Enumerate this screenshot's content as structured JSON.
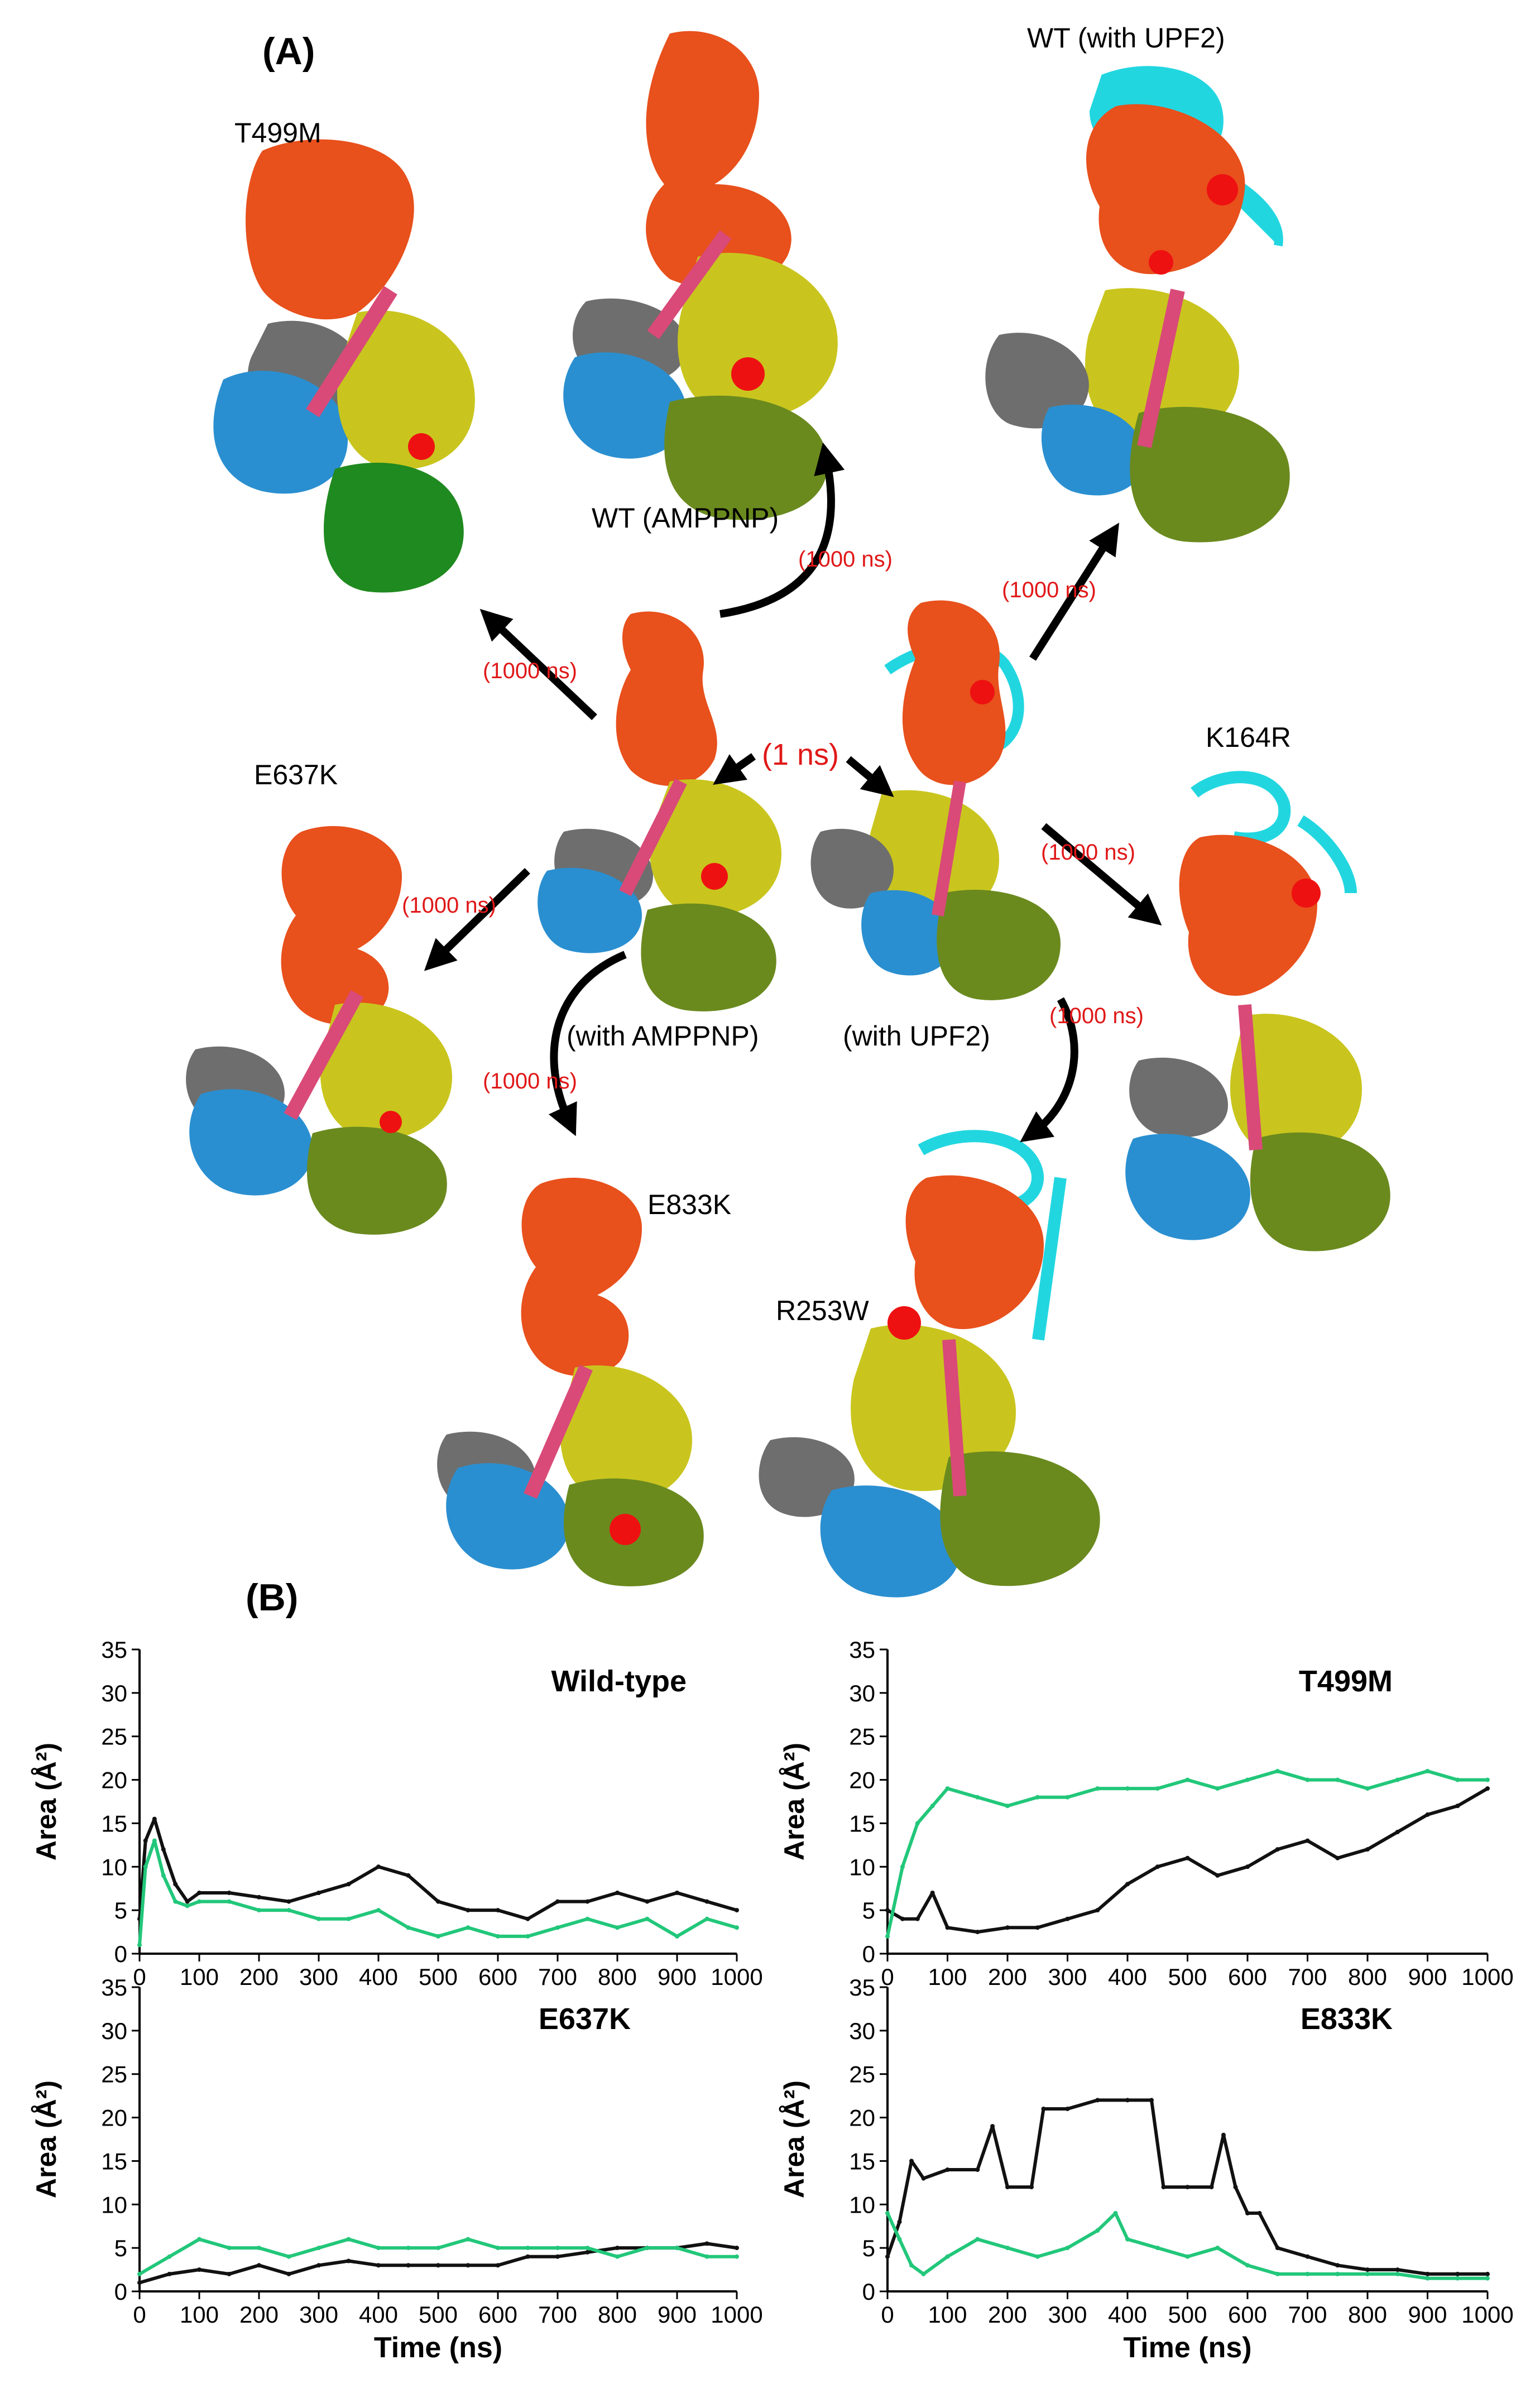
{
  "panel_a": {
    "label": "(A)",
    "structures": {
      "t499m": "T499M",
      "wt_ampppnp": "WT (AMPPNP)",
      "wt_upf2": "WT (with UPF2)",
      "e637k": "E637K",
      "k164r": "K164R",
      "with_amppnp": "(with AMPPNP)",
      "with_upf2": "(with UPF2)",
      "e833k": "E833K",
      "r253w": "R253W"
    },
    "durations": {
      "t499m": "(1000 ns)",
      "wt_ampppnp": "(1000 ns)",
      "wt_upf2": "(1000 ns)",
      "center": "(1 ns)",
      "e637k": "(1000 ns)",
      "k164r": "(1000 ns)",
      "e833k": "(1000 ns)",
      "r253w": "(1000 ns)"
    },
    "domain_colors": {
      "orange": "#e8501c",
      "yellow": "#c9c51e",
      "olive": "#6a8a1e",
      "green": "#1f8a1f",
      "blue": "#2a8fd0",
      "gray": "#6e6e6e",
      "pink": "#d94a78",
      "red": "#ee1111",
      "cyan": "#22d6e0"
    }
  },
  "panel_b": {
    "label": "(B)",
    "line_colors": {
      "black": "#111111",
      "green": "#22c77a"
    }
  },
  "chart_data": [
    {
      "type": "line",
      "title": "Wild-type",
      "xlabel": "",
      "ylabel": "Area (Å²)",
      "xlim": [
        0,
        1000
      ],
      "ylim": [
        0,
        35
      ],
      "xticks": [
        "0",
        "100",
        "200",
        "300",
        "400",
        "500",
        "600",
        "700",
        "800",
        "900",
        "1000"
      ],
      "yticks": [
        "0",
        "5",
        "10",
        "15",
        "20",
        "25",
        "30",
        "35"
      ],
      "series": [
        {
          "color": "#111111",
          "x": [
            0,
            10,
            25,
            40,
            60,
            80,
            100,
            150,
            200,
            250,
            300,
            350,
            400,
            450,
            500,
            550,
            600,
            650,
            700,
            750,
            800,
            850,
            900,
            950,
            1000
          ],
          "values": [
            4,
            13,
            15.5,
            12,
            8,
            6,
            7,
            7,
            6.5,
            6,
            7,
            8,
            10,
            9,
            6,
            5,
            5,
            4,
            6,
            6,
            7,
            6,
            7,
            6,
            5
          ]
        },
        {
          "color": "#22c77a",
          "x": [
            0,
            10,
            25,
            40,
            60,
            80,
            100,
            150,
            200,
            250,
            300,
            350,
            400,
            450,
            500,
            550,
            600,
            650,
            700,
            750,
            800,
            850,
            900,
            950,
            1000
          ],
          "values": [
            1,
            10,
            13,
            9,
            6,
            5.5,
            6,
            6,
            5,
            5,
            4,
            4,
            5,
            3,
            2,
            3,
            2,
            2,
            3,
            4,
            3,
            4,
            2,
            4,
            3
          ]
        }
      ]
    },
    {
      "type": "line",
      "title": "T499M",
      "xlabel": "",
      "ylabel": "Area (Å²)",
      "xlim": [
        0,
        1000
      ],
      "ylim": [
        0,
        35
      ],
      "xticks": [
        "0",
        "100",
        "200",
        "300",
        "400",
        "500",
        "600",
        "700",
        "800",
        "900",
        "1000"
      ],
      "yticks": [
        "0",
        "5",
        "10",
        "15",
        "20",
        "25",
        "30",
        "35"
      ],
      "series": [
        {
          "color": "#111111",
          "x": [
            0,
            25,
            50,
            75,
            100,
            150,
            200,
            250,
            300,
            350,
            400,
            450,
            500,
            550,
            600,
            650,
            700,
            750,
            800,
            850,
            900,
            950,
            1000
          ],
          "values": [
            5,
            4,
            4,
            7,
            3,
            2.5,
            3,
            3,
            4,
            5,
            8,
            10,
            11,
            9,
            10,
            12,
            13,
            11,
            12,
            14,
            16,
            17,
            19
          ]
        },
        {
          "color": "#22c77a",
          "x": [
            0,
            25,
            50,
            75,
            100,
            150,
            200,
            250,
            300,
            350,
            400,
            450,
            500,
            550,
            600,
            650,
            700,
            750,
            800,
            850,
            900,
            950,
            1000
          ],
          "values": [
            2,
            10,
            15,
            17,
            19,
            18,
            17,
            18,
            18,
            19,
            19,
            19,
            20,
            19,
            20,
            21,
            20,
            20,
            19,
            20,
            21,
            20,
            20
          ]
        }
      ]
    },
    {
      "type": "line",
      "title": "E637K",
      "xlabel": "Time (ns)",
      "ylabel": "Area (Å²)",
      "xlim": [
        0,
        1000
      ],
      "ylim": [
        0,
        35
      ],
      "xticks": [
        "0",
        "100",
        "200",
        "300",
        "400",
        "500",
        "600",
        "700",
        "800",
        "900",
        "1000"
      ],
      "yticks": [
        "0",
        "5",
        "10",
        "15",
        "20",
        "25",
        "30",
        "35"
      ],
      "series": [
        {
          "color": "#111111",
          "x": [
            0,
            50,
            100,
            150,
            200,
            250,
            300,
            350,
            400,
            450,
            500,
            550,
            600,
            650,
            700,
            750,
            800,
            850,
            900,
            950,
            1000
          ],
          "values": [
            1,
            2,
            2.5,
            2,
            3,
            2,
            3,
            3.5,
            3,
            3,
            3,
            3,
            3,
            4,
            4,
            4.5,
            5,
            5,
            5,
            5.5,
            5
          ]
        },
        {
          "color": "#22c77a",
          "x": [
            0,
            50,
            100,
            150,
            200,
            250,
            300,
            350,
            400,
            450,
            500,
            550,
            600,
            650,
            700,
            750,
            800,
            850,
            900,
            950,
            1000
          ],
          "values": [
            2,
            4,
            6,
            5,
            5,
            4,
            5,
            6,
            5,
            5,
            5,
            6,
            5,
            5,
            5,
            5,
            4,
            5,
            5,
            4,
            4
          ]
        }
      ]
    },
    {
      "type": "line",
      "title": "E833K",
      "xlabel": "Time (ns)",
      "ylabel": "Area (Å²)",
      "xlim": [
        0,
        1000
      ],
      "ylim": [
        0,
        35
      ],
      "xticks": [
        "0",
        "100",
        "200",
        "300",
        "400",
        "500",
        "600",
        "700",
        "800",
        "900",
        "1000"
      ],
      "yticks": [
        "0",
        "5",
        "10",
        "15",
        "20",
        "25",
        "30",
        "35"
      ],
      "series": [
        {
          "color": "#111111",
          "x": [
            0,
            20,
            40,
            60,
            100,
            150,
            175,
            200,
            240,
            260,
            300,
            350,
            400,
            440,
            460,
            500,
            540,
            560,
            580,
            600,
            620,
            650,
            700,
            750,
            800,
            850,
            900,
            950,
            1000
          ],
          "values": [
            4,
            8,
            15,
            13,
            14,
            14,
            19,
            12,
            12,
            21,
            21,
            22,
            22,
            22,
            12,
            12,
            12,
            18,
            12,
            9,
            9,
            5,
            4,
            3,
            2.5,
            2.5,
            2,
            2,
            2
          ]
        },
        {
          "color": "#22c77a",
          "x": [
            0,
            20,
            40,
            60,
            100,
            150,
            200,
            250,
            300,
            350,
            380,
            400,
            450,
            500,
            550,
            600,
            650,
            700,
            750,
            800,
            850,
            900,
            950,
            1000
          ],
          "values": [
            9,
            6,
            3,
            2,
            4,
            6,
            5,
            4,
            5,
            7,
            9,
            6,
            5,
            4,
            5,
            3,
            2,
            2,
            2,
            2,
            2,
            1.5,
            1.5,
            1.5
          ]
        }
      ]
    }
  ]
}
